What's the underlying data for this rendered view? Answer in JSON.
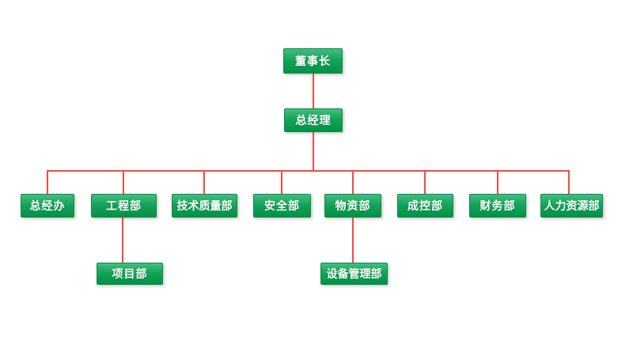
{
  "diagram": {
    "type": "org-chart",
    "nodes": [
      {
        "id": "chairman",
        "label": "董事长"
      },
      {
        "id": "general-manager",
        "label": "总经理"
      },
      {
        "id": "general-office",
        "label": "总经办"
      },
      {
        "id": "engineering",
        "label": "工程部"
      },
      {
        "id": "tech-quality",
        "label": "技术质量部"
      },
      {
        "id": "safety",
        "label": "安全部"
      },
      {
        "id": "materials",
        "label": "物资部"
      },
      {
        "id": "cost-control",
        "label": "成控部"
      },
      {
        "id": "finance",
        "label": "财务部"
      },
      {
        "id": "human-resources",
        "label": "人力资源部"
      },
      {
        "id": "project",
        "label": "项目部"
      },
      {
        "id": "equipment-mgmt",
        "label": "设备管理部"
      }
    ],
    "edges": [
      [
        "chairman",
        "general-manager"
      ],
      [
        "general-manager",
        "general-office"
      ],
      [
        "general-manager",
        "engineering"
      ],
      [
        "general-manager",
        "tech-quality"
      ],
      [
        "general-manager",
        "safety"
      ],
      [
        "general-manager",
        "materials"
      ],
      [
        "general-manager",
        "cost-control"
      ],
      [
        "general-manager",
        "finance"
      ],
      [
        "general-manager",
        "human-resources"
      ],
      [
        "engineering",
        "project"
      ],
      [
        "materials",
        "equipment-mgmt"
      ]
    ],
    "colors": {
      "node_gradient_top": "#42bd82",
      "node_gradient_mid": "#17a359",
      "node_gradient_bottom": "#009247",
      "node_border": "#0a8c46",
      "node_text": "#ffffff",
      "connector": "#f44a40",
      "background": "#ffffff"
    }
  }
}
